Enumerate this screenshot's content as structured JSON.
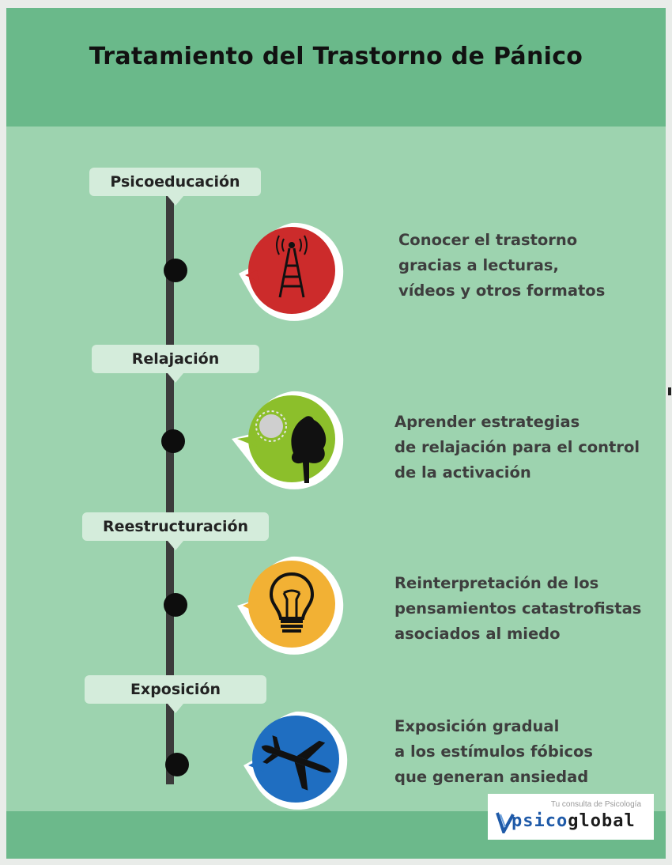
{
  "title": "Tratamiento del Trastorno de Pánico",
  "steps": [
    {
      "label": "Psicoeducación",
      "icon": "radio-tower-icon",
      "color": "#cc2b2b",
      "lines": [
        "Conocer el trastorno",
        "gracias a lecturas,",
        "vídeos y otros formatos"
      ]
    },
    {
      "label": "Relajación",
      "icon": "sun-tree-icon",
      "color": "#8cbf2b",
      "lines": [
        "Aprender estrategias",
        "de relajación para el control",
        "de la activación"
      ]
    },
    {
      "label": "Reestructuración",
      "icon": "lightbulb-icon",
      "color": "#f2b134",
      "lines": [
        "Reinterpretación de los",
        "pensamientos catastrofistas",
        "asociados al miedo"
      ]
    },
    {
      "label": "Exposición",
      "icon": "airplane-icon",
      "color": "#1f6ec1",
      "lines": [
        "Exposición gradual",
        "a los estímulos fóbicos",
        "que generan ansiedad"
      ]
    }
  ],
  "logo": {
    "tagline": "Tu consulta de Psicología",
    "name_a": "psico",
    "name_b": "global"
  }
}
